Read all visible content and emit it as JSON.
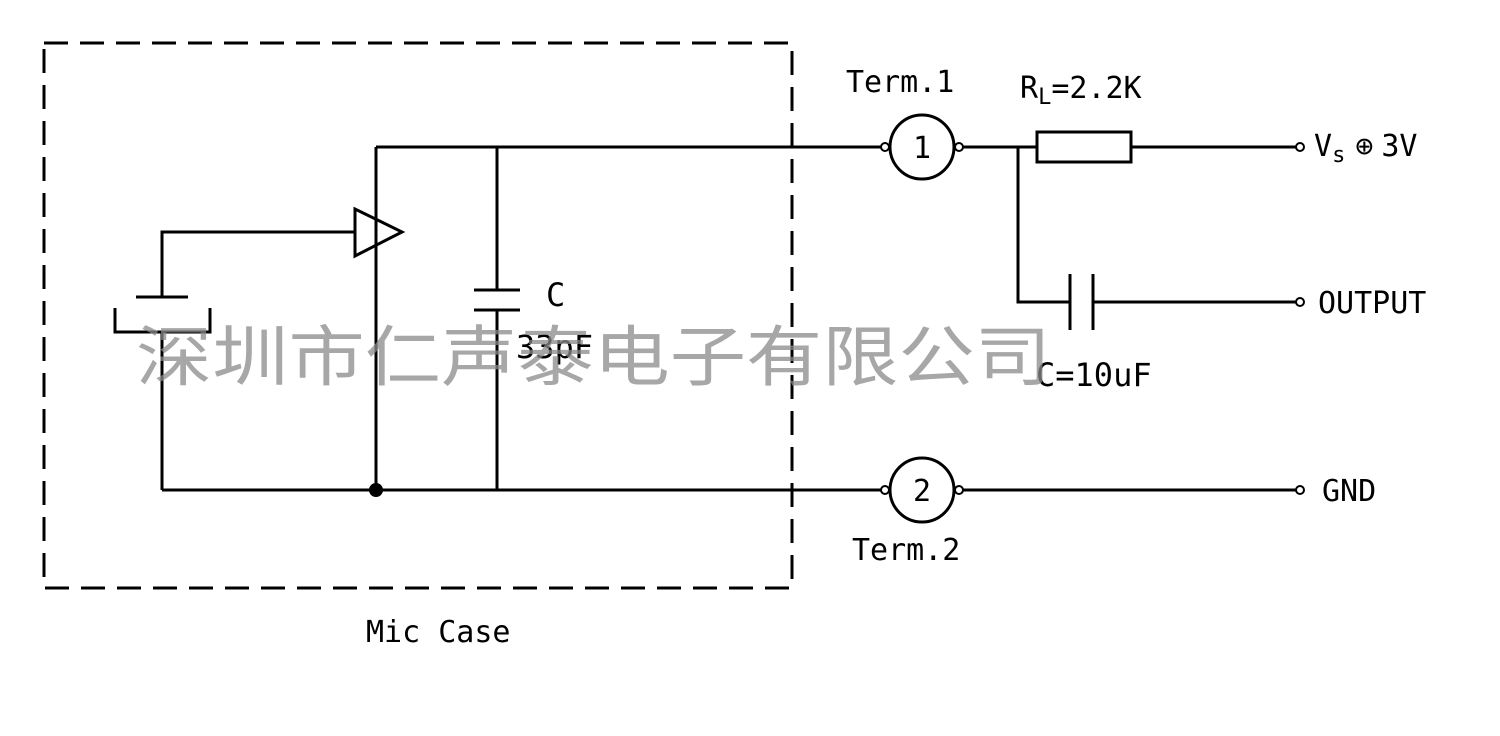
{
  "labels": {
    "term1": "Term.1",
    "term2": "Term.2",
    "term1_num": "1",
    "term2_num": "2",
    "rl_prefix": "R",
    "rl_sub": "L",
    "rl_value": "=2.2K",
    "vs_prefix": "V",
    "vs_sub": "s",
    "vs_symbol": "⊕",
    "vs_value": "3V",
    "output": "OUTPUT",
    "gnd": "GND",
    "cap_internal_name": "C",
    "cap_internal_value": "33pF",
    "cap_external": "C=10uF",
    "mic_case": "Mic Case",
    "watermark": "深圳市仁声泰电子有限公司"
  }
}
